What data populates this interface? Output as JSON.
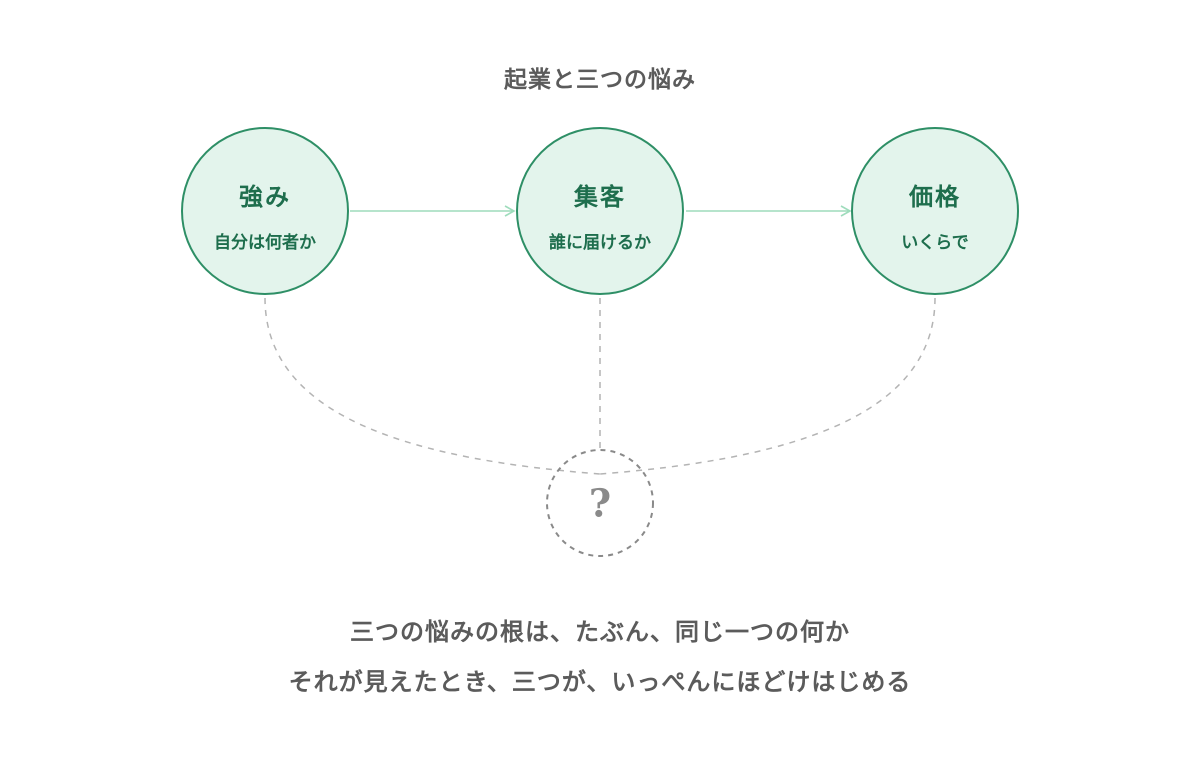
{
  "title": "起業と三つの悩み",
  "nodes": [
    {
      "main": "強み",
      "sub": "自分は何者か"
    },
    {
      "main": "集客",
      "sub": "誰に届けるか"
    },
    {
      "main": "価格",
      "sub": "いくらで"
    }
  ],
  "mystery": "?",
  "message": {
    "line1": "三つの悩みの根は、たぶん、同じ一つの何か",
    "line2": "それが見えたとき、三つが、いっぺんにほどけはじめる"
  },
  "colors": {
    "node_fill": "#e3f4ec",
    "node_border": "#2e8f66",
    "node_text": "#1e6e4d",
    "arrow": "#9edcbc",
    "dashed": "#b4b4b4",
    "text": "#5b5b5b"
  }
}
